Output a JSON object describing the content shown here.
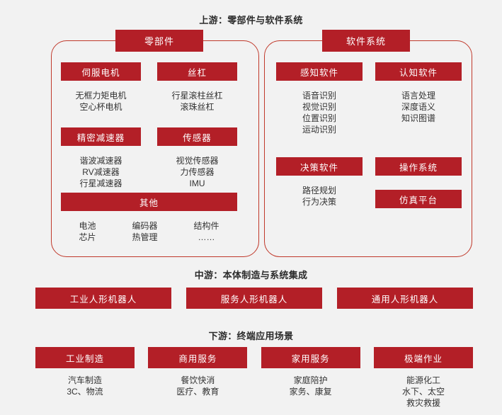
{
  "sections": {
    "upstream_title": "上游：零部件与软件系统",
    "midstream_title": "中游：本体制造与系统集成",
    "downstream_title": "下游：终端应用场景"
  },
  "colors": {
    "brand_red": "#b31f27",
    "panel_border": "#c0392b",
    "background": "#f2f2f2",
    "body_text": "#333333",
    "title_text": "#2b2b2b"
  },
  "upstream": {
    "parts_panel": {
      "header": "零部件",
      "categories": [
        {
          "header": "伺服电机",
          "items": [
            "无框力矩电机",
            "空心杯电机"
          ]
        },
        {
          "header": "丝杠",
          "items": [
            "行星滚柱丝杠",
            "滚珠丝杠"
          ]
        },
        {
          "header": "精密减速器",
          "items": [
            "谐波减速器",
            "RV减速器",
            "行星减速器"
          ]
        },
        {
          "header": "传感器",
          "items": [
            "视觉传感器",
            "力传感器",
            "IMU"
          ]
        }
      ],
      "other": {
        "header": "其他",
        "columns": [
          [
            "电池",
            "芯片"
          ],
          [
            "编码器",
            "热管理"
          ],
          [
            "结构件",
            "……"
          ]
        ]
      }
    },
    "software_panel": {
      "header": "软件系统",
      "categories": [
        {
          "header": "感知软件",
          "items": [
            "语音识别",
            "视觉识别",
            "位置识别",
            "运动识别"
          ]
        },
        {
          "header": "认知软件",
          "items": [
            "语言处理",
            "深度语义",
            "知识图谱"
          ]
        },
        {
          "header": "决策软件",
          "items": [
            "路径规划",
            "行为决策"
          ]
        },
        {
          "header": "操作系统",
          "items": []
        },
        {
          "header": "仿真平台",
          "items": []
        }
      ]
    }
  },
  "midstream": {
    "boxes": [
      "工业人形机器人",
      "服务人形机器人",
      "通用人形机器人"
    ]
  },
  "downstream": {
    "columns": [
      {
        "header": "工业制造",
        "items": [
          "汽车制造",
          "3C、物流"
        ]
      },
      {
        "header": "商用服务",
        "items": [
          "餐饮快消",
          "医疗、教育"
        ]
      },
      {
        "header": "家用服务",
        "items": [
          "家庭陪护",
          "家务、康复"
        ]
      },
      {
        "header": "极端作业",
        "items": [
          "能源化工",
          "水下、太空",
          "救灾救援"
        ]
      }
    ]
  }
}
